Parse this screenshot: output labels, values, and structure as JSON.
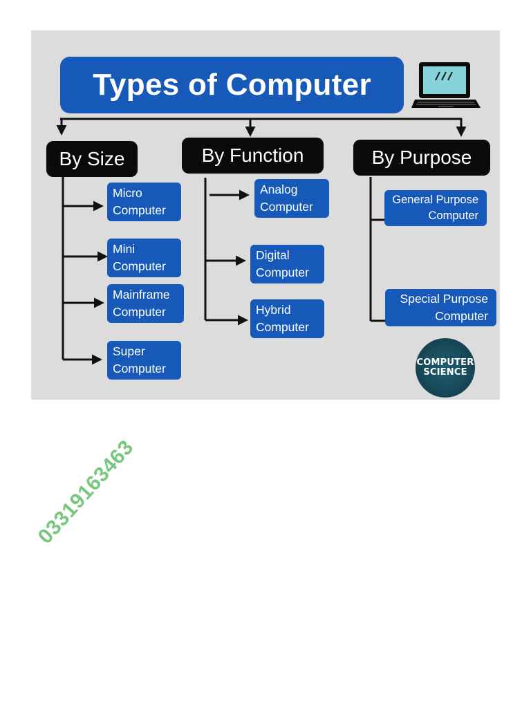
{
  "title": "Types of Computer",
  "categories": [
    {
      "label": "By Size",
      "items": [
        [
          "Micro",
          "Computer"
        ],
        [
          "Mini",
          "Computer"
        ],
        [
          "Mainframe",
          "Computer"
        ],
        [
          "Super",
          "Computer"
        ]
      ]
    },
    {
      "label": "By Function",
      "items": [
        [
          "Analog",
          "Computer"
        ],
        [
          "Digital",
          "Computer"
        ],
        [
          "Hybrid",
          "Computer"
        ]
      ]
    },
    {
      "label": "By Purpose",
      "items": [
        [
          "General Purpose",
          "Computer"
        ],
        [
          "Special Purpose",
          "Computer"
        ]
      ]
    }
  ],
  "badge": [
    "COMPUTER",
    "SCIENCE"
  ],
  "watermark": "03319163463",
  "colors": {
    "panel_bg": "#dcdcdc",
    "accent_blue": "#1659b8",
    "category_black": "#0a0a0a",
    "watermark_green": "#79c77f"
  },
  "icons": [
    "laptop-icon",
    "computer-science-logo"
  ]
}
